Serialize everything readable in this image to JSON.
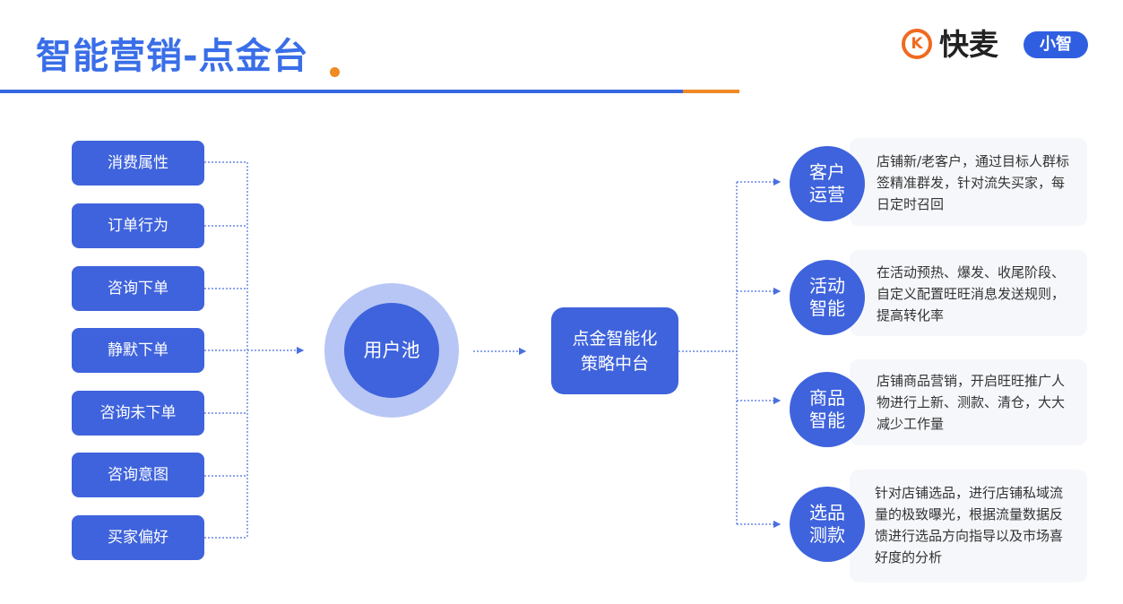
{
  "title": "智能营销-点金台",
  "logo": {
    "icon_letter": "K",
    "brand": "快麦",
    "badge": "小智"
  },
  "sources": [
    "消费属性",
    "订单行为",
    "咨询下单",
    "静默下单",
    "咨询未下单",
    "咨询意图",
    "买家偏好"
  ],
  "pool": "用户池",
  "hub": {
    "line1": "点金智能化",
    "line2": "策略中台"
  },
  "categories": [
    {
      "line1": "客户",
      "line2": "运营",
      "desc": "店铺新/老客户，通过目标人群标签精准群发，针对流失买家，每日定时召回"
    },
    {
      "line1": "活动",
      "line2": "智能",
      "desc": "在活动预热、爆发、收尾阶段、自定义配置旺旺消息发送规则，提高转化率"
    },
    {
      "line1": "商品",
      "line2": "智能",
      "desc": "店铺商品营销，开启旺旺推广人物进行上新、测款、清仓，大大减少工作量"
    },
    {
      "line1": "选品",
      "line2": "测款",
      "desc": "针对店铺选品，进行店铺私域流量的极致曝光，根据流量数据反馈进行选品方向指导以及市场喜好度的分析"
    }
  ],
  "colors": {
    "primary": "#3f63dc",
    "title": "#3a6ee8",
    "accent": "#f08a24",
    "line": "#4a6fe0",
    "card_bg": "#f6f7fb"
  }
}
